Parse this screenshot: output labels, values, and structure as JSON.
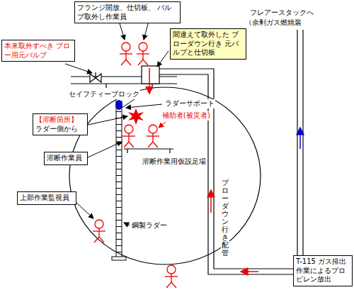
{
  "diagram": {
    "nodes": [
      {
        "text": [
          "フランジ開放、仕切板、 バルブ取外し作業員"
        ]
      },
      {
        "text": [
          "本来取外すべき ブロー用元バルブ"
        ]
      },
      {
        "text": [
          "間違えて取外した ブローダウン行き 元バルブと仕切板"
        ]
      },
      {
        "text": [
          "【溶断箇所】",
          "ラダー側から"
        ]
      },
      {
        "text": [
          "溶断作業員"
        ]
      },
      {
        "text": [
          "上部作業監視員"
        ]
      },
      {
        "text": [
          "T-115 ガス排出 作業によるプロ ピレン放出"
        ]
      }
    ],
    "labels": [
      "フレアースタックへ",
      "（余剰ガス燃焼装",
      "セイフティーブロック",
      "ラダーサポート",
      "補助者(被災者)",
      "溶断作業用仮設足場",
      "鋼製ラダー",
      "ブローダウン行き配管"
    ]
  }
}
